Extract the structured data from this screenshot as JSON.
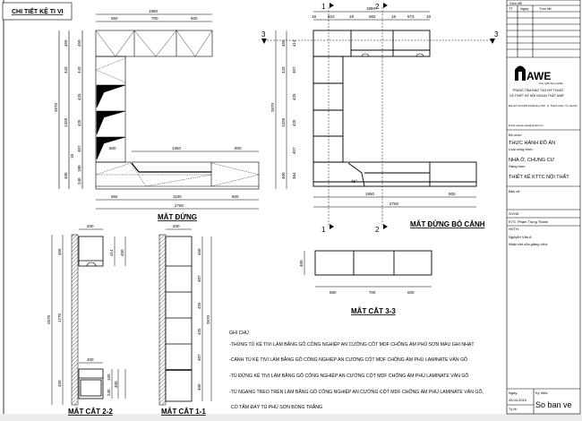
{
  "sheet_title": "CHI TIẾT KỆ TI VI",
  "views": {
    "elevation": {
      "label": "MẶT ĐỨNG",
      "top_total": "1950",
      "top_parts": [
        "650",
        "700",
        "600"
      ],
      "base_parts": [
        "650",
        "1100",
        "800"
      ],
      "base_total": "2750",
      "base_top_parts": [
        "600",
        "1350",
        "800"
      ],
      "left_total": "2670",
      "left_groups": [
        "450",
        "443",
        "1328",
        "400"
      ],
      "left_parts": [
        "450",
        "443",
        "425",
        "425",
        "407",
        "180",
        "240"
      ],
      "small": "18"
    },
    "elevation_open": {
      "label": "MẶT ĐỨNG BỎ CẢNH",
      "top_total": "1950",
      "top_parts": [
        "18",
        "623",
        "18",
        "682",
        "18",
        "573",
        "18"
      ],
      "bottom_parts": [
        "1950",
        "800"
      ],
      "bottom_total": "2750",
      "left_total": "2670",
      "left_groups": [
        "450",
        "443",
        "1328",
        "400"
      ],
      "left_parts": [
        "414",
        "407",
        "425",
        "425",
        "407",
        "364"
      ],
      "angle": "45°",
      "section_marks": [
        "1",
        "2",
        "3"
      ]
    },
    "section_22": {
      "label": "MẶT CẮT 2-2",
      "dims": [
        "400",
        "450",
        "1770",
        "450",
        "2670",
        "400",
        "414",
        "450",
        "160",
        "240",
        "400"
      ]
    },
    "section_11": {
      "label": "MẶT CẮT 1-1",
      "dims": [
        "400",
        "450",
        "407",
        "425",
        "425",
        "407",
        "400",
        "2670"
      ]
    },
    "section_33": {
      "label": "MẶT CẮT 3-3",
      "dims": [
        "650",
        "700",
        "600",
        "400"
      ]
    }
  },
  "notes": {
    "title": "GHI CHÚ",
    "lines": [
      "-THÙNG TỦ KỆ TIVI LÀM BẰNG GỖ CÔNG NGHIỆP AN CƯỜNG CỐT MDF CHỐNG ẨM PHỦ SƠN MÀU GHI NHẠT",
      "-CÁNH TỦ KỆ TIVI LÀM BẰNG GỖ CÔNG NGHIỆP AN CƯỜNG CỘT MDF CHỐNG ẨM PHỦ LAMINATE VÂN GỖ",
      "-TỦ ĐỨNG KỆ TIVI LÀM BẰNG GỖ CÔNG NGHIỆP AN CƯỜNG CỘT MDF CHỐNG ẨM PHỦ LAMINATE VÂN GỖ",
      "-TỦ NGANG TREO TRÊN LÀM BẰNG GỖ CÔNG NGHIỆP AN CƯỜNG CỘT MDF CHỐNG ẨM PHỦ LAMINATE VÂN GỖ,",
      " CÓ TẤM ĐÁY TỦ PHỦ SƠN BÓNG TRẮNG"
    ]
  },
  "title_block": {
    "revision_header": "Sửa đổi",
    "revision_cols": [
      "TT",
      "Ngày",
      "Tóm tắt"
    ],
    "logo_text": "AWE",
    "logo_tagline": "Trao nghề dựng nghiệp",
    "org_line1": "TRUNG TÂM ĐÀO TẠO MỸ THUẬT",
    "org_line2": "VÀ THIẾT KẾ NỘI NGOẠI THẤT AWE",
    "address": "Địa chỉ: Số 9/193 Khuất Duy Tiến, Q. Thanh Xuân, Tp. Hà Nội",
    "email": "Email: daotao.awe@gmail.com",
    "dept_label": "Bộ môn:",
    "dept_value": "THỰC HÀNH ĐỒ ÁN",
    "type_label": "Loại công trình:",
    "type_value": "NHÀ Ở, CHUNG CƯ",
    "item_label": "Hạng mục:",
    "item_value": "THIẾT KẾ KTTC NỘI THẤT",
    "drawing_label": "Bản vẽ:",
    "instructor_label": "GVHD",
    "instructor_value": "KTS. Phạm Trung Thành",
    "student_label": "HVTH:",
    "student_value": "Nguyễn Văn A",
    "comment_label": "Nhận xét của giảng viên:",
    "date_label": "Ngày:",
    "date_value": "28.04.2019",
    "scale_label": "Tỷ lệ:",
    "code_label": "Ký hiệu:",
    "code_value": "So ban ve"
  }
}
